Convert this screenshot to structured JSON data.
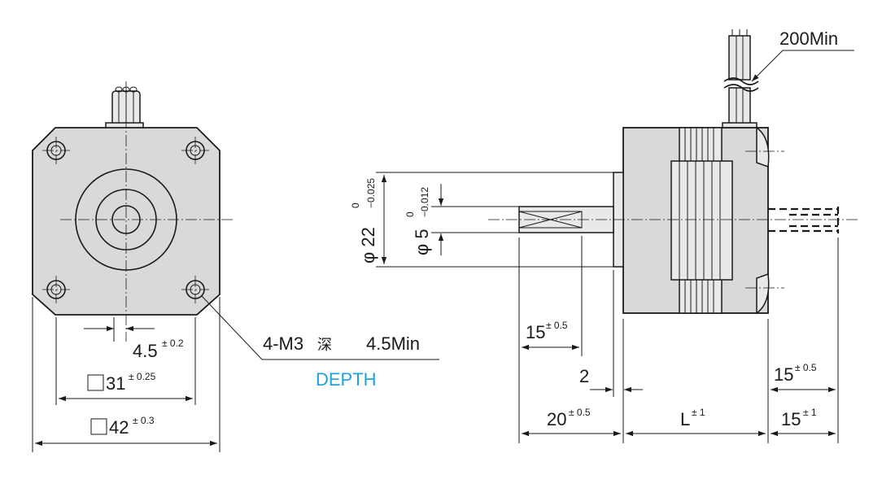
{
  "labels": {
    "lead_wire": "200Min",
    "hole_spec": "4-M3",
    "hole_kanji": "深",
    "hole_depth": "4.5Min",
    "depth_word": "DEPTH"
  },
  "dimensions": {
    "offset_nominal": "4.5",
    "offset_tol": "± 0.2",
    "square_31_nominal": "31",
    "square_31_tol": "± 0.25",
    "square_42_nominal": "42",
    "square_42_tol": "± 0.3",
    "pilot_prefix": "φ 22",
    "pilot_tol_upper": "0",
    "pilot_tol_lower": "−0.025",
    "shaft_prefix": "φ 5",
    "shaft_tol_upper": "0",
    "shaft_tol_lower": "−0.012",
    "flat_nominal": "15",
    "flat_tol": "± 0.5",
    "pilot_height_nominal": "2",
    "shaft_len_nominal": "20",
    "shaft_len_tol": "± 0.5",
    "body_len_nominal": "L",
    "body_len_tol": "± 1",
    "rear_flat_nominal": "15",
    "rear_flat_tol": "± 0.5",
    "rear_shaft_nominal": "15",
    "rear_shaft_tol": "± 1"
  }
}
